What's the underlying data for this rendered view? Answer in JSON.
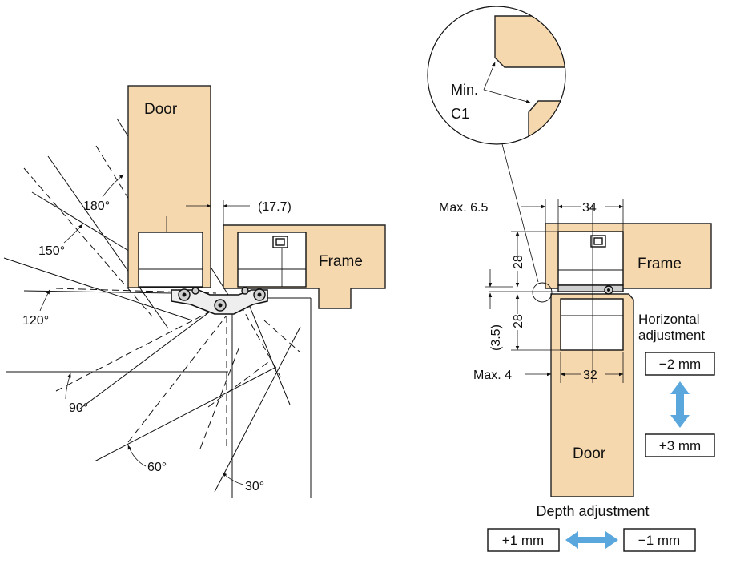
{
  "left_view": {
    "door_label": "Door",
    "frame_label": "Frame",
    "gap_dimension": "(17.7)",
    "angles": [
      "180°",
      "150°",
      "120°",
      "90°",
      "60°",
      "30°"
    ]
  },
  "right_view": {
    "detail_label_line1": "Min.",
    "detail_label_line2": "C1",
    "max_top": "Max. 6.5",
    "width_top": "34",
    "frame_label": "Frame",
    "door_label": "Door",
    "height_upper": "28",
    "height_lower": "28",
    "offset": "(3.5)",
    "max_bottom": "Max. 4",
    "width_bottom": "32",
    "horizontal_title_line1": "Horizontal",
    "horizontal_title_line2": "adjustment",
    "horizontal_minus": "−2 mm",
    "horizontal_plus": "+3 mm",
    "depth_title": "Depth adjustment",
    "depth_plus": "+1 mm",
    "depth_minus": "−1 mm"
  },
  "colors": {
    "wood": "#f6d8ae",
    "arrow": "#5aa7dd"
  }
}
